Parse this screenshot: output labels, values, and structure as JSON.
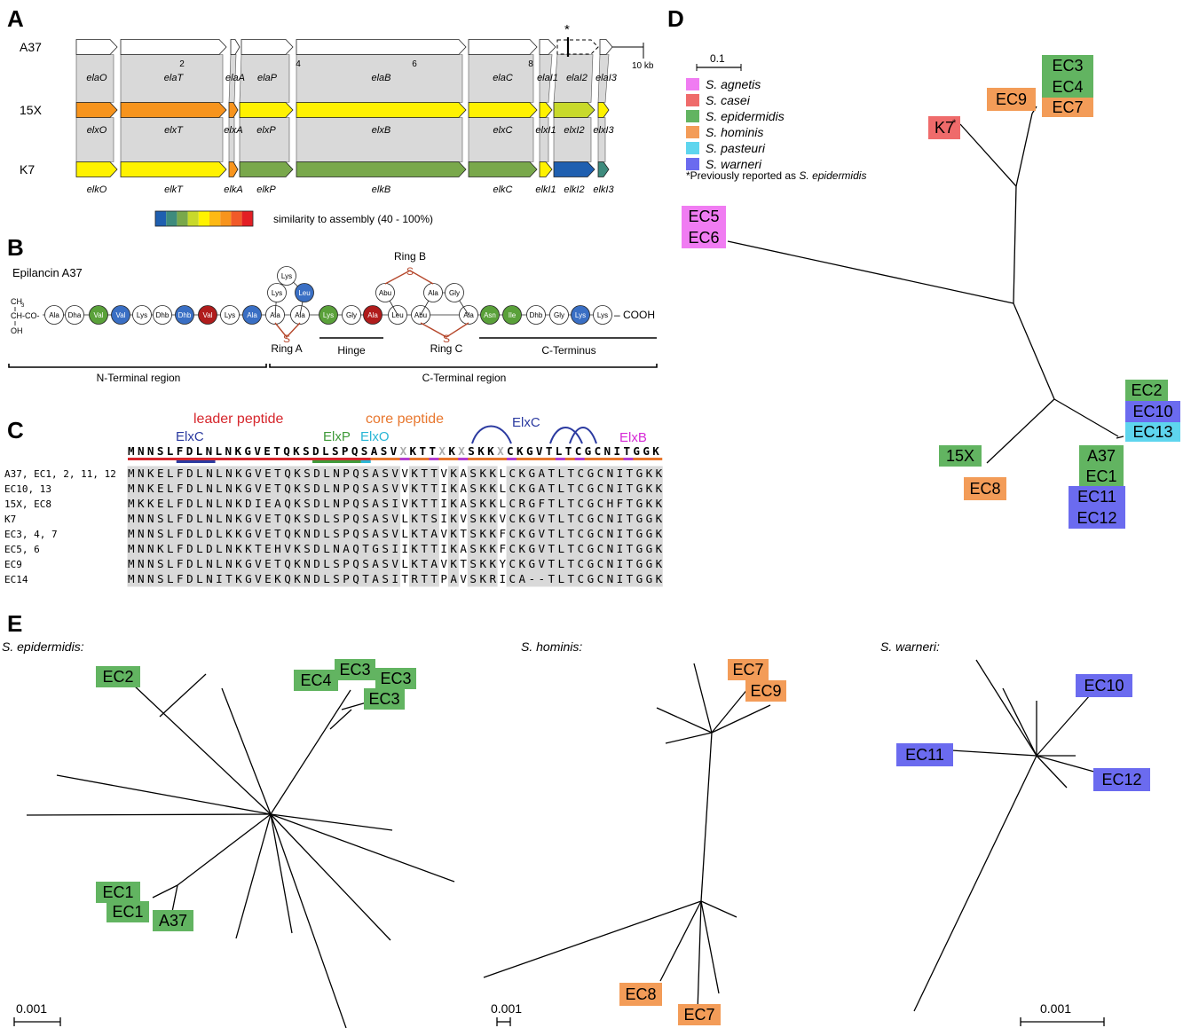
{
  "panel_letters": {
    "A": "A",
    "B": "B",
    "C": "C",
    "D": "D",
    "E": "E"
  },
  "panel_a": {
    "strains": [
      "A37",
      "15X",
      "K7"
    ],
    "scale_ticks": [
      "2",
      "4",
      "6",
      "8"
    ],
    "scale_end_label": "10 kb",
    "asterisk": "*",
    "genes_a37": [
      "elaO",
      "elaT",
      "elaA",
      "elaP",
      "elaB",
      "elaC",
      "elaI1",
      "elaI2",
      "elaI3"
    ],
    "genes_15x": [
      "elxO",
      "elxT",
      "elxA",
      "elxP",
      "elxB",
      "elxC",
      "elxI1",
      "elxI2",
      "elxI3"
    ],
    "genes_k7": [
      "elkO",
      "elkT",
      "elkA",
      "elkP",
      "elkB",
      "elkC",
      "elkI1",
      "elkI2",
      "elkI3"
    ],
    "colors_15x": [
      "#f7941d",
      "#f7941d",
      "#f7941d",
      "#fff200",
      "#fff200",
      "#fff200",
      "#fff200",
      "#c8d92b",
      "#fff200"
    ],
    "colors_k7": [
      "#fff200",
      "#fff200",
      "#f7941d",
      "#79a84b",
      "#79a84b",
      "#79a84b",
      "#fff200",
      "#1f5fb0",
      "#3e8b7d"
    ],
    "similarity_colors": [
      "#1f5fb0",
      "#3e8b7d",
      "#79a84b",
      "#c8d92b",
      "#fff200",
      "#fdb913",
      "#f7941d",
      "#f15a29",
      "#e31e24"
    ],
    "similarity_label": "similarity to assembly (40 - 100%)"
  },
  "panel_b": {
    "title": "Epilancin A37",
    "nterm_chem": [
      "CH",
      "3",
      "CH-CO-",
      "OH"
    ],
    "main_chain": [
      {
        "r": "Ala",
        "c": "#ffffff"
      },
      {
        "r": "Dha",
        "c": "#ffffff"
      },
      {
        "r": "Val",
        "c": "#5aa13a"
      },
      {
        "r": "Val",
        "c": "#3a6fc4"
      },
      {
        "r": "Lys",
        "c": "#ffffff"
      },
      {
        "r": "Dhb",
        "c": "#ffffff"
      },
      {
        "r": "Dhb",
        "c": "#3a6fc4"
      },
      {
        "r": "Val",
        "c": "#b01c1c"
      },
      {
        "r": "Lys",
        "c": "#ffffff"
      },
      {
        "r": "Ala",
        "c": "#3a6fc4"
      },
      {
        "r": "Ala",
        "c": "#ffffff"
      },
      {
        "r": "Ala",
        "c": "#ffffff"
      },
      {
        "r": "Lys",
        "c": "#5aa13a"
      },
      {
        "r": "Gly",
        "c": "#ffffff"
      },
      {
        "r": "Ala",
        "c": "#b01c1c"
      },
      {
        "r": "Leu",
        "c": "#ffffff"
      },
      {
        "r": "Abu",
        "c": "#ffffff"
      },
      {
        "r": "Ala",
        "c": "#ffffff"
      },
      {
        "r": "Asn",
        "c": "#5aa13a"
      },
      {
        "r": "Ile",
        "c": "#5aa13a"
      },
      {
        "r": "Dhb",
        "c": "#ffffff"
      },
      {
        "r": "Gly",
        "c": "#ffffff"
      },
      {
        "r": "Lys",
        "c": "#3a6fc4"
      },
      {
        "r": "Lys",
        "c": "#ffffff"
      }
    ],
    "ring_a_top": [
      {
        "r": "Lys",
        "c": "#ffffff"
      },
      {
        "r": "Lys",
        "c": "#ffffff"
      },
      {
        "r": "Leu",
        "c": "#3a6fc4"
      }
    ],
    "ring_b_top": [
      {
        "r": "Abu",
        "c": "#ffffff"
      },
      {
        "r": "Ala",
        "c": "#ffffff"
      },
      {
        "r": "Gly",
        "c": "#ffffff"
      }
    ],
    "cooh": "– COOH",
    "sulfur": "S",
    "ring_a": "Ring A",
    "ring_b": "Ring B",
    "ring_c": "Ring C",
    "hinge": "Hinge",
    "cterminus": "C-Terminus",
    "nterminal_region": "N-Terminal region",
    "cterminal_region": "C-Terminal region"
  },
  "panel_c": {
    "leader": "leader peptide",
    "core": "core peptide",
    "elxc1": "ElxC",
    "elxp": "ElxP",
    "elxo": "ElxO",
    "elxc2": "ElxC",
    "elxb": "ElxB",
    "consensus": "MNNSLFDLNLNKGVETQKSDLSPQSASVXKTTXKXSKKXCKGVTLTCGCNITGGK",
    "rows": [
      {
        "label": "A37, EC1, 2, 11, 12",
        "seq": "MNKELFDLNLNKGVETQKSDLNPQSASVVKTTVKASKKLCKGATLTCGCNITGKK"
      },
      {
        "label": "EC10, 13",
        "seq": "MNKELFDLNLNKGVETQKSDLNPQSASVVKTTIKASKKLCKGATLTCGCNITGKK"
      },
      {
        "label": "15X, EC8",
        "seq": "MKKELFDLNLNKDIEAQKSDLNPQSASIVKTTIKASKKLCRGFTLTCGCHFTGKK"
      },
      {
        "label": "K7",
        "seq": "MNNSLFDLNLNKGVETQKSDLSPQSASVLKTSIKVSKKVCKGVTLTCGCNITGGK"
      },
      {
        "label": "EC3, 4, 7",
        "seq": "MNNSLFDLDLKKGVETQKNDLSPQSASVLKTAVKTSKKFCKGVTLTCGCNITGGK"
      },
      {
        "label": "EC5, 6",
        "seq": "MNNKLFDLDLNKKTEHVKSDLNAQTGSIIKTTIKASKKFCKGVTLTCGCNITGGK"
      },
      {
        "label": "EC9",
        "seq": "MNNSLFDLNLNKGVETQKNDLSPQSASVLKTAVKTSKKYCKGVTLTCGCNITGGK"
      },
      {
        "label": "EC14",
        "seq": "MNNSLFDLNITKGVEKQKNDLSPQTASITRTTPAVSKRICA--TLTCGCNITGGK"
      }
    ]
  },
  "panel_d": {
    "scale": "0.1",
    "legend": [
      {
        "name": "S. agnetis",
        "color": "#f07cf2"
      },
      {
        "name": "S. casei",
        "color": "#ef6b6b"
      },
      {
        "name": "S. epidermidis",
        "color": "#62b461"
      },
      {
        "name": "S. hominis",
        "color": "#f39c58"
      },
      {
        "name": "S. pasteuri",
        "color": "#5ed5ee"
      },
      {
        "name": "S. warneri",
        "color": "#6b6bef"
      }
    ],
    "note_prefix": "*Previously reported as ",
    "note_species": "S. epidermidis",
    "labels": {
      "ec3": "EC3",
      "ec4": "EC4",
      "ec7": "EC7",
      "ec9": "EC9",
      "k7": "K7",
      "k7_star": "*",
      "ec5": "EC5",
      "ec6": "EC6",
      "ec2": "EC2",
      "ec10": "EC10",
      "ec13": "EC13",
      "x15": "15X",
      "a37": "A37",
      "ec1": "EC1",
      "ec8": "EC8",
      "ec11": "EC11",
      "ec12": "EC12"
    }
  },
  "panel_e": {
    "epi_title": "S. epidermidis:",
    "hom_title": "S. hominis:",
    "war_title": "S. warneri:",
    "scale_epi": "0.001",
    "scale_hom": "0.001",
    "scale_war": "0.001",
    "epi_labels": {
      "ec2": "EC2",
      "ec4": "EC4",
      "ec3a": "EC3",
      "ec3b": "EC3",
      "ec3c": "EC3",
      "ec1a": "EC1",
      "ec1b": "EC1",
      "a37": "A37"
    },
    "hom_labels": {
      "ec7a": "EC7",
      "ec9": "EC9",
      "ec8": "EC8",
      "ec7b": "EC7"
    },
    "war_labels": {
      "ec10": "EC10",
      "ec11": "EC11",
      "ec12": "EC12"
    }
  }
}
